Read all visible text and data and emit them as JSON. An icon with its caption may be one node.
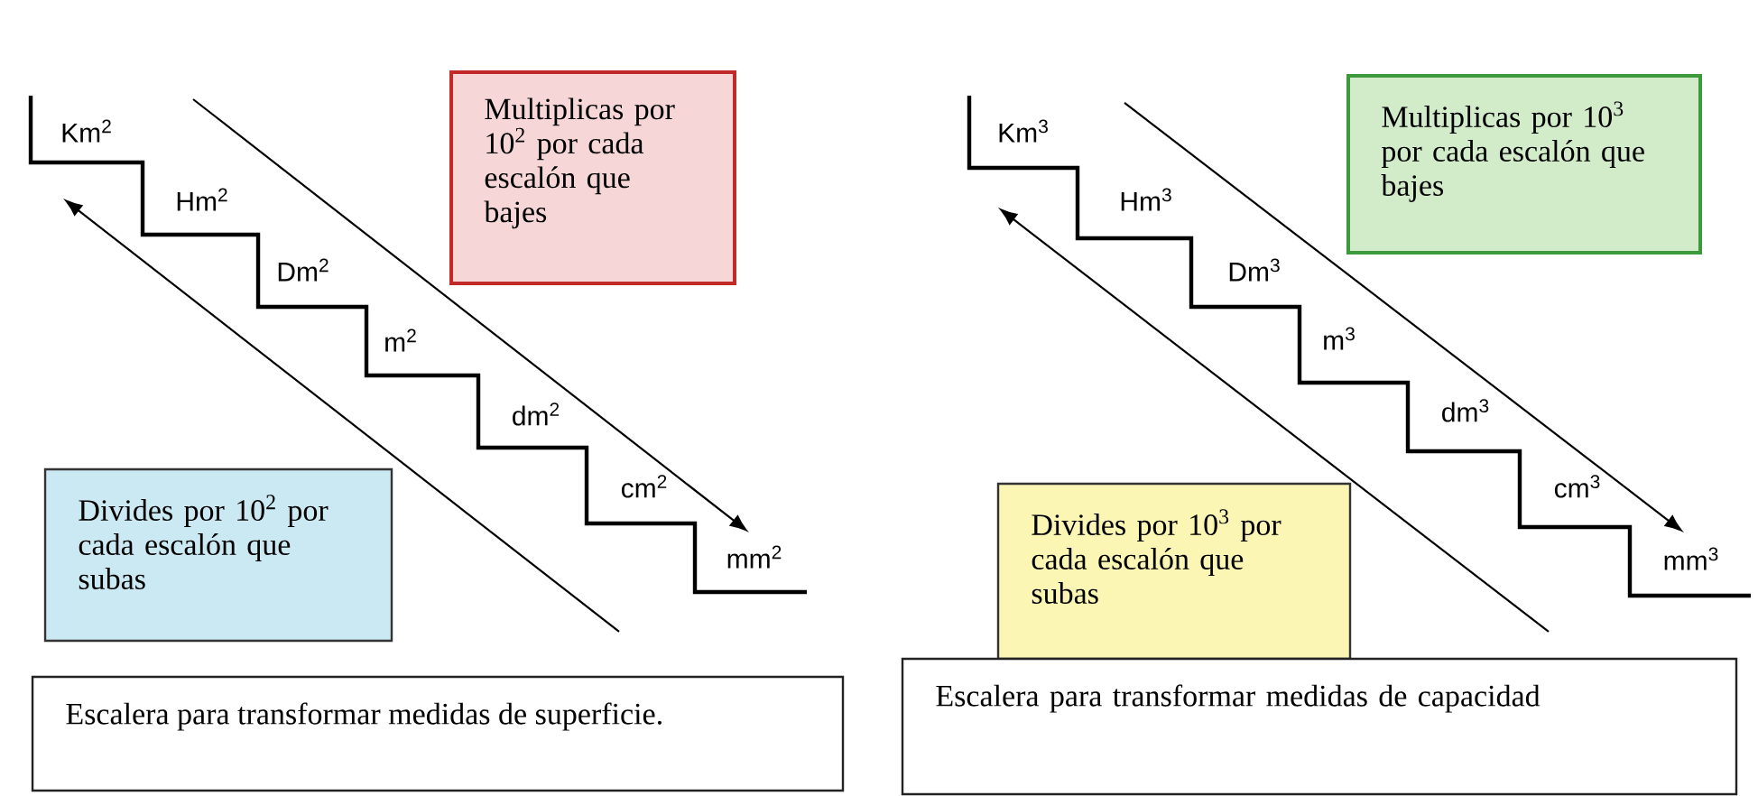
{
  "diagram": {
    "nodes": [
      {
        "text": [
          "Multiplicas por 10$^{2}$ por cada escalón que bajes"
        ]
      },
      {
        "text": [
          "Multiplicas por 10$^{3}$ por cada escalón que bajes"
        ]
      },
      {
        "text": [
          "Divides por 10$^{2}$ por cada escalón que subas"
        ]
      },
      {
        "text": [
          "Divides por 10$^{3}$ por cada escalón que subas"
        ]
      },
      {
        "text": [
          "Escalera para transformar medidas de superficie."
        ]
      },
      {
        "text": [
          "Escalera para transformar medidas de capacidad"
        ]
      }
    ],
    "labels": [
      "Km$^{2}$",
      "Hm$^{2}$",
      "Dm$^{2}$",
      "m$^{2}$",
      "dm$^{2}$",
      "cm$^{2}$",
      "mm$^{2}$",
      "Km$^{3}$",
      "Hm$^{3}$",
      "Dm$^{3}$",
      "m$^{3}$",
      "dm$^{3}$",
      "cm$^{3}$",
      "mm$^{3}$"
    ]
  }
}
